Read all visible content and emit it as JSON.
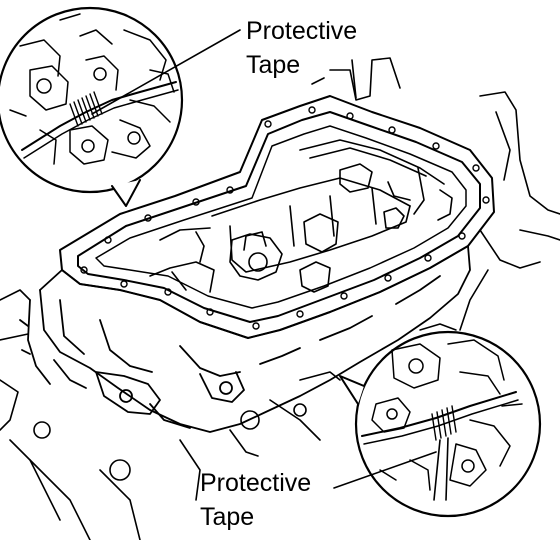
{
  "labels": {
    "top": {
      "line1": "Protective",
      "line2": "Tape"
    },
    "bottom": {
      "line1": "Protective",
      "line2": "Tape"
    }
  },
  "colors": {
    "ink": "#000000",
    "paper": "#ffffff"
  }
}
